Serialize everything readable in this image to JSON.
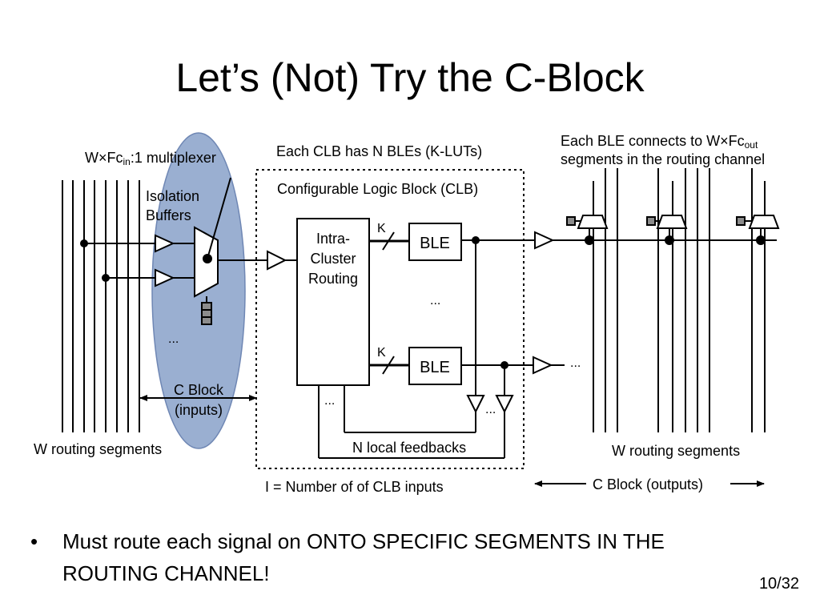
{
  "slide": {
    "title": "Let’s (Not) Try the C-Block",
    "page_number": "10/32",
    "bullet_symbol": "•",
    "bullet": "Must route each signal on ONTO SPECIFIC SEGMENTS IN THE ROUTING CHANNEL!"
  },
  "diagram": {
    "mux_label_pre": "W×Fc",
    "mux_label_sub": "in",
    "mux_label_post": ":1 multiplexer",
    "isolation_1": "Isolation",
    "isolation_2": "Buffers",
    "c_block_in_1": "C Block",
    "c_block_in_2": "(inputs)",
    "w_routing_left": "W routing segments",
    "w_routing_right": "W routing segments",
    "each_clb": "Each CLB has N BLEs (K-LUTs)",
    "clb_title": "Configurable Logic Block (CLB)",
    "intra_1": "Intra-",
    "intra_2": "Cluster",
    "intra_3": "Routing",
    "k_label": "K",
    "ble": "BLE",
    "ellipsis": "...",
    "n_local_feedbacks": "N local feedbacks",
    "i_inputs": "I = Number of  of CLB inputs",
    "each_ble_pre": "Each BLE connects to W×Fc",
    "each_ble_sub": "out",
    "each_ble_2": "segments in the routing channel",
    "c_block_out": "C Block (outputs)"
  },
  "colors": {
    "ellipse_fill": "#9aafd1",
    "ellipse_stroke": "#6f87b4",
    "config_cell": "#8c8c8c"
  }
}
